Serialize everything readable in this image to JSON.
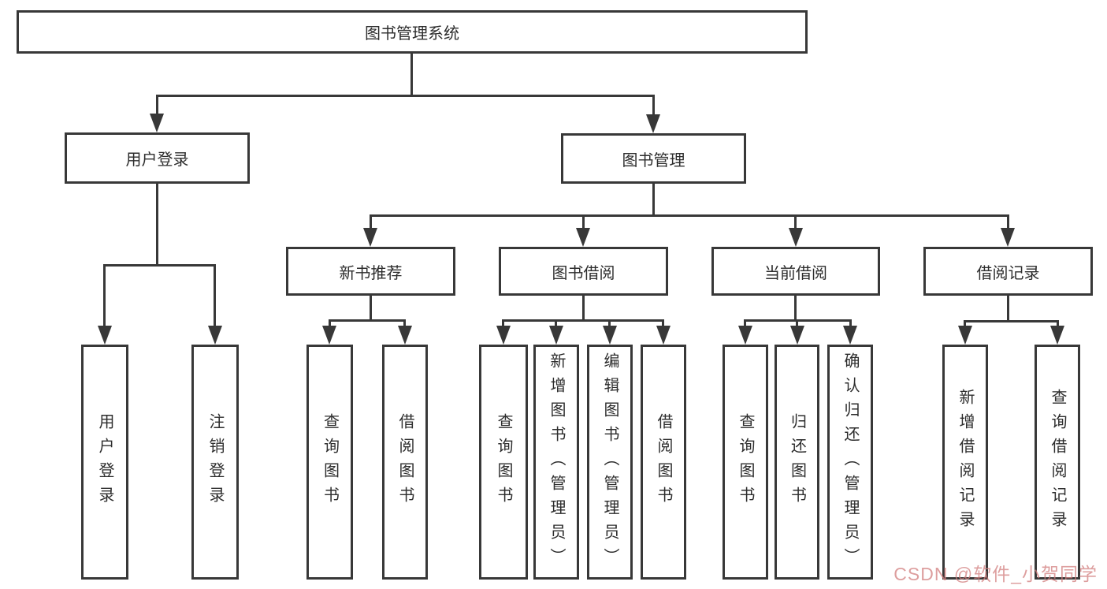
{
  "colors": {
    "line": "#383838",
    "text": "#2d2d2d",
    "background": "#ffffff",
    "watermark_text_color": "#d17d7d"
  },
  "watermark": {
    "text": "CSDN @软件_小贺同学"
  },
  "tree": {
    "root": {
      "label": "图书管理系统",
      "children": [
        {
          "label": "用户登录",
          "children": [
            {
              "label": "用户登录"
            },
            {
              "label": "注销登录"
            }
          ]
        },
        {
          "label": "图书管理",
          "children": [
            {
              "label": "新书推荐",
              "children": [
                {
                  "label": "查询图书"
                },
                {
                  "label": "借阅图书"
                }
              ]
            },
            {
              "label": "图书借阅",
              "children": [
                {
                  "label": "查询图书"
                },
                {
                  "label": "新增图书（管理员）"
                },
                {
                  "label": "编辑图书（管理员）"
                },
                {
                  "label": "借阅图书"
                }
              ]
            },
            {
              "label": "当前借阅",
              "children": [
                {
                  "label": "查询图书"
                },
                {
                  "label": "归还图书"
                },
                {
                  "label": "确认归还（管理员）"
                }
              ]
            },
            {
              "label": "借阅记录",
              "children": [
                {
                  "label": "新增借阅记录"
                },
                {
                  "label": "查询借阅记录"
                }
              ]
            }
          ]
        }
      ]
    }
  }
}
